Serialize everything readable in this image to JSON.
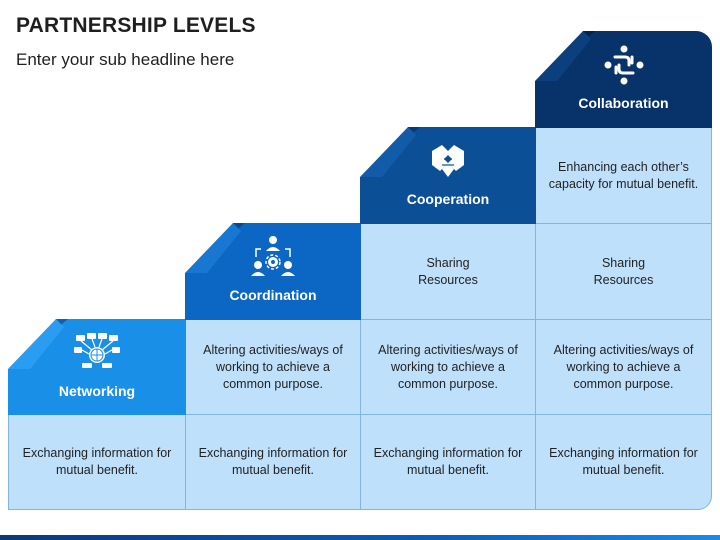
{
  "header": {
    "title": "PARTNERSHIP LEVELS",
    "subtitle": "Enter your sub headline here"
  },
  "levels": [
    {
      "name": "Networking",
      "icon": "network-icon",
      "color": "#1a8fe8"
    },
    {
      "name": "Coordination",
      "icon": "team-gear-icon",
      "color": "#0c67c4"
    },
    {
      "name": "Cooperation",
      "icon": "handshake-icon",
      "color": "#0b5097"
    },
    {
      "name": "Collaboration",
      "icon": "collaboration-icon",
      "color": "#07336a"
    }
  ],
  "rows": {
    "exchanging": "Exchanging information for mutual benefit.",
    "altering": "Altering activities/ways of working to achieve a common purpose.",
    "sharing": "Sharing Resources",
    "enhancing": "Enhancing each other’s capacity for mutual benefit."
  }
}
